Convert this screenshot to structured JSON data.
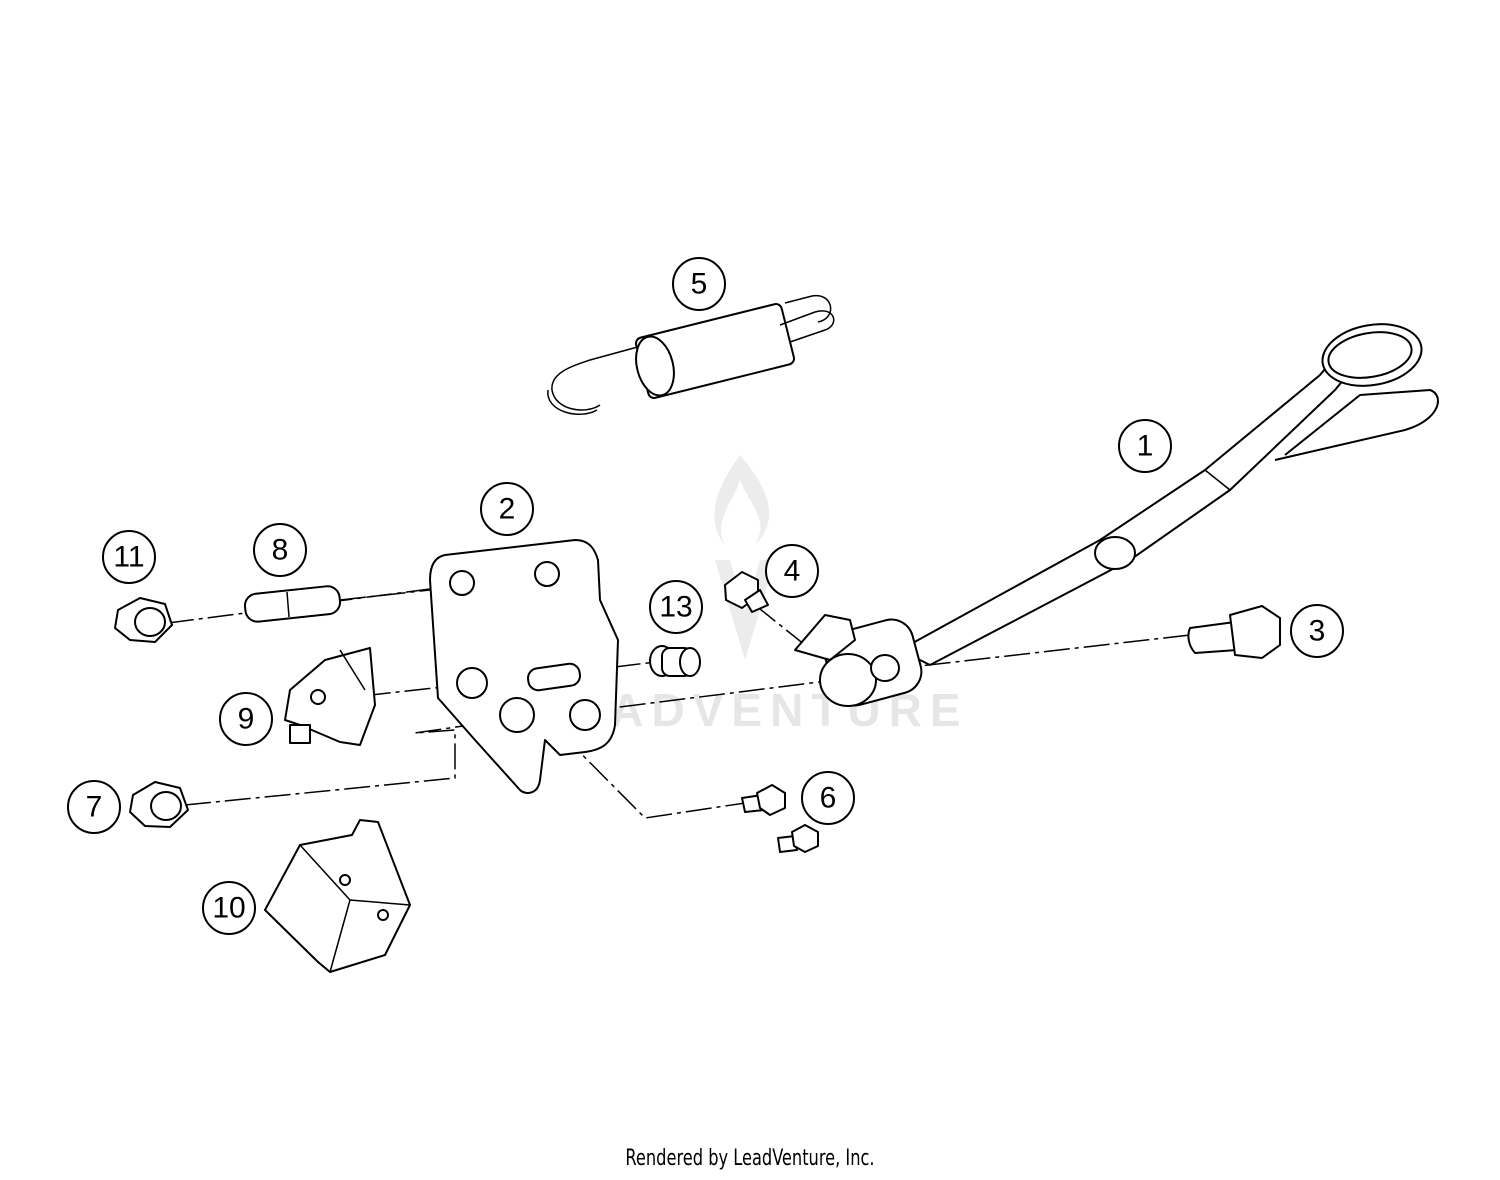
{
  "diagram": {
    "callouts": [
      {
        "id": "1",
        "label": "1"
      },
      {
        "id": "2",
        "label": "2"
      },
      {
        "id": "3",
        "label": "3"
      },
      {
        "id": "4",
        "label": "4"
      },
      {
        "id": "5",
        "label": "5"
      },
      {
        "id": "6",
        "label": "6"
      },
      {
        "id": "7",
        "label": "7"
      },
      {
        "id": "8",
        "label": "8"
      },
      {
        "id": "9",
        "label": "9"
      },
      {
        "id": "10",
        "label": "10"
      },
      {
        "id": "11",
        "label": "11"
      },
      {
        "id": "13",
        "label": "13"
      }
    ],
    "watermark": "LEADVENTURE"
  },
  "footer": {
    "credit": "Rendered by LeadVenture, Inc."
  },
  "colors": {
    "line": "#000000",
    "background": "#ffffff",
    "watermark": "#e6e6e6"
  }
}
